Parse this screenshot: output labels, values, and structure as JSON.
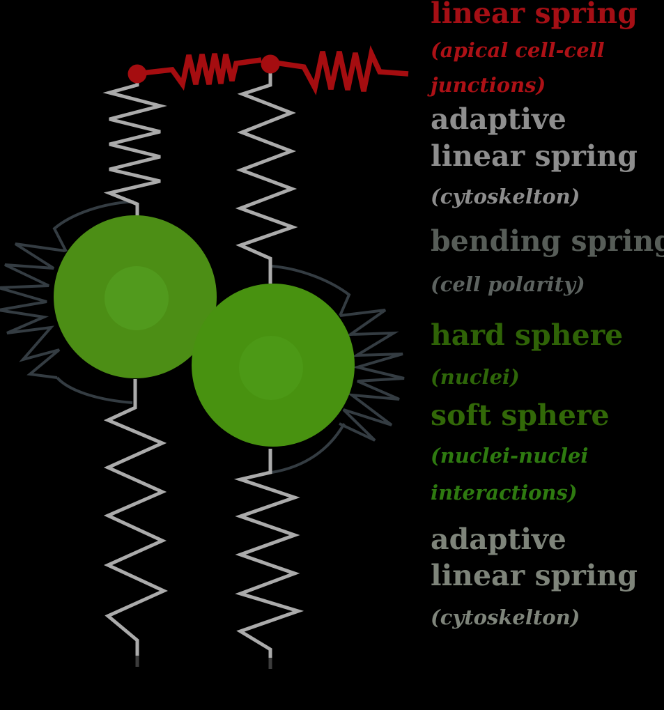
{
  "figure": {
    "background_color": "#000000",
    "description_colors": {
      "apical_spring_red": "#a50d10",
      "cytoskeleton_spring_gray": "#ababab",
      "bending_spring_slate": "#343c42",
      "cell_left_green": "#4c8e15",
      "cell_right_green": "#489210",
      "nucleus_left_green": "#519a1d",
      "nucleus_right_green": "#4c9916",
      "spring_tip_dark": "#3c3c3c"
    }
  },
  "legend": {
    "entries": [
      {
        "name": "linear-spring",
        "label_lines": [
          "linear spring"
        ],
        "note_lines": [
          "(apical cell-cell",
          "junctions)"
        ],
        "label_color": "#a50f15",
        "note_color": "#ad1116"
      },
      {
        "name": "adaptive-linear-spring-apical",
        "label_lines": [
          "adaptive",
          "linear spring"
        ],
        "note_lines": [
          "(cytoskelton)"
        ],
        "label_color": "#8e8e8e",
        "note_color": "#8d8d8d"
      },
      {
        "name": "bending-spring",
        "label_lines": [
          "bending spring"
        ],
        "note_lines": [
          "(cell polarity)"
        ],
        "label_color": "#575d58",
        "note_color": "#5d6360"
      },
      {
        "name": "hard-sphere",
        "label_lines": [
          "hard sphere"
        ],
        "note_lines": [
          "(nuclei)"
        ],
        "label_color": "#2f6307",
        "note_color": "#2e6609"
      },
      {
        "name": "soft-sphere",
        "label_lines": [
          "soft sphere"
        ],
        "note_lines": [
          "(nuclei-nuclei",
          "interactions)"
        ],
        "label_color": "#326808",
        "note_color": "#2e7a10"
      },
      {
        "name": "adaptive-linear-spring-basal",
        "label_lines": [
          "adaptive",
          "linear spring"
        ],
        "note_lines": [
          "(cytoskelton)"
        ],
        "label_color": "#7e847a",
        "note_color": "#7f857b"
      }
    ]
  }
}
